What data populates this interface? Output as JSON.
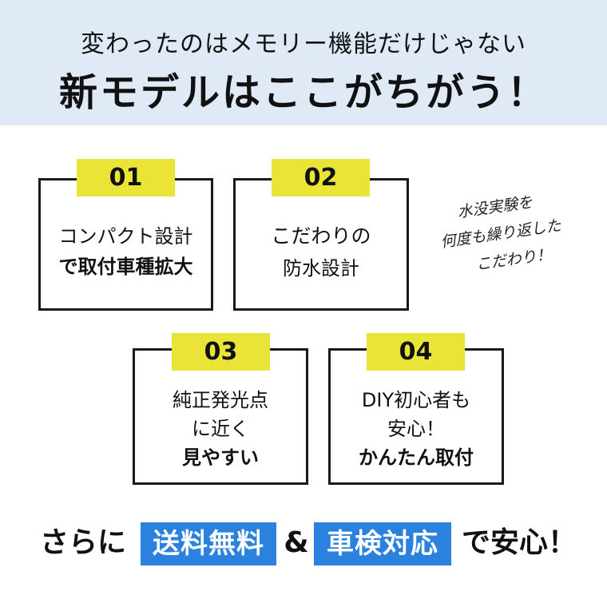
{
  "header": {
    "subtitle": "変わったのはメモリー機能だけじゃない",
    "title": "新モデルはここがちがう！"
  },
  "cards": [
    {
      "number": "01",
      "lines": [
        "コンパクト設計",
        "で取付車種拡大"
      ]
    },
    {
      "number": "02",
      "lines": [
        "こだわりの",
        "防水設計"
      ]
    },
    {
      "number": "03",
      "lines": [
        "純正発光点",
        "に近く",
        "見やすい"
      ]
    },
    {
      "number": "04",
      "lines": [
        "DIY初心者も",
        "安心！",
        "かんたん取付"
      ]
    }
  ],
  "note": {
    "lines": [
      "水没実験を",
      "何度も繰り返した",
      "こだわり！"
    ]
  },
  "footer": {
    "prefix": "さらに",
    "highlight_1": "送料無料",
    "ampersand": "&",
    "highlight_2": "車検対応",
    "suffix": "で安心！"
  },
  "colors": {
    "header_bg": "#dfeaf6",
    "badge_yellow": "#e9e436",
    "highlight_blue": "#2a82de",
    "text": "#111111"
  }
}
